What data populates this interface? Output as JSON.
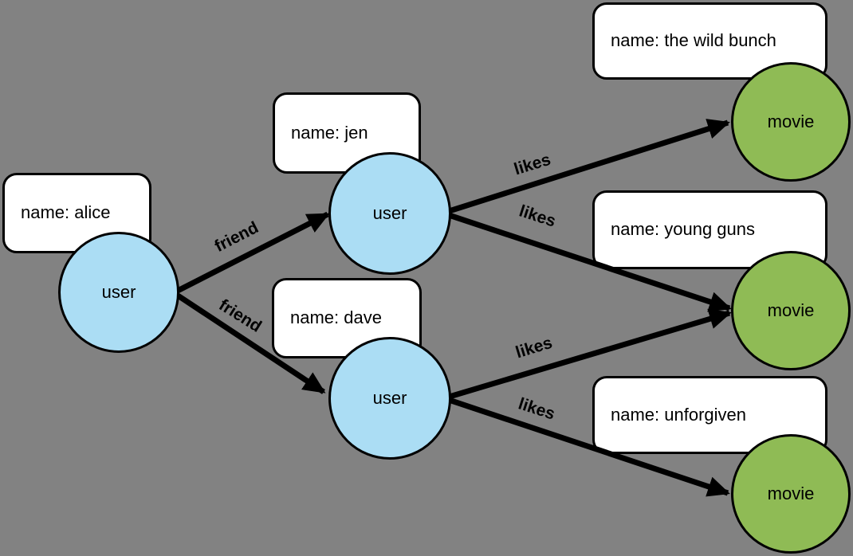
{
  "colors": {
    "background": "#828282",
    "user_node_fill": "#abddf4",
    "movie_node_fill": "#8fbb55",
    "property_box_fill": "#ffffff",
    "line": "#000000"
  },
  "nodes": [
    {
      "id": "alice",
      "type": "user",
      "label": "user",
      "property": "name: alice"
    },
    {
      "id": "jen",
      "type": "user",
      "label": "user",
      "property": "name: jen"
    },
    {
      "id": "dave",
      "type": "user",
      "label": "user",
      "property": "name: dave"
    },
    {
      "id": "wild-bunch",
      "type": "movie",
      "label": "movie",
      "property": "name: the wild bunch"
    },
    {
      "id": "young-guns",
      "type": "movie",
      "label": "movie",
      "property": "name: young guns"
    },
    {
      "id": "unforgiven",
      "type": "movie",
      "label": "movie",
      "property": "name: unforgiven"
    }
  ],
  "edges": [
    {
      "from": "alice",
      "to": "jen",
      "label": "friend"
    },
    {
      "from": "alice",
      "to": "dave",
      "label": "friend"
    },
    {
      "from": "jen",
      "to": "wild-bunch",
      "label": "likes"
    },
    {
      "from": "jen",
      "to": "young-guns",
      "label": "likes"
    },
    {
      "from": "dave",
      "to": "young-guns",
      "label": "likes"
    },
    {
      "from": "dave",
      "to": "unforgiven",
      "label": "likes"
    }
  ]
}
